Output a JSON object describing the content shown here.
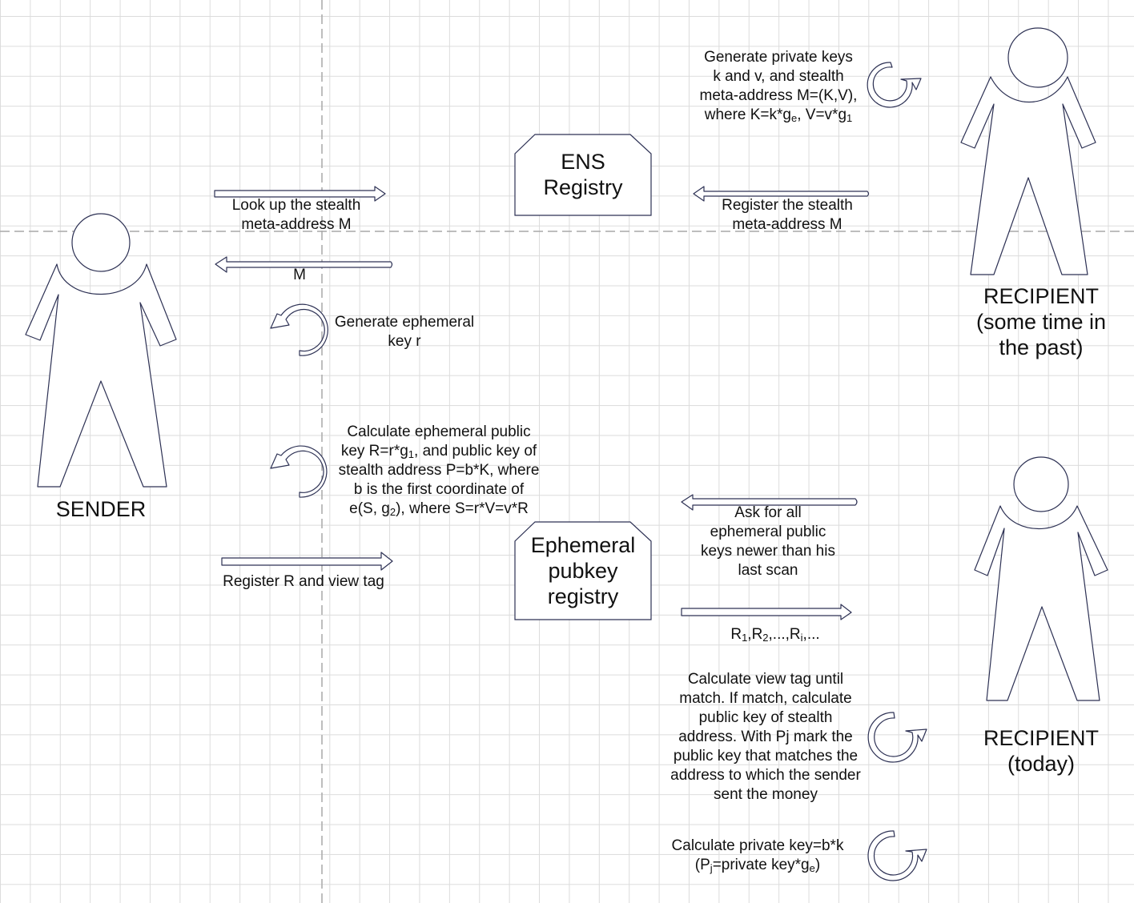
{
  "actors": {
    "sender": "SENDER",
    "recipient_past": [
      "RECIPIENT",
      "(some time in",
      "the past)"
    ],
    "recipient_today": [
      "RECIPIENT",
      "(today)"
    ]
  },
  "registries": {
    "ens": [
      "ENS",
      "Registry"
    ],
    "ephemeral": [
      "Ephemeral",
      "pubkey",
      "registry"
    ]
  },
  "steps": {
    "generate_keys": [
      [
        "Generate private keys"
      ],
      [
        "k and v, and stealth"
      ],
      [
        "meta-address M=(K,V),"
      ],
      [
        "where K=k*g",
        {
          "sub": "e"
        },
        ", V=v*g",
        {
          "sub": "1"
        }
      ]
    ],
    "register_meta": [
      [
        "Register the stealth"
      ],
      [
        "meta-address M"
      ]
    ],
    "lookup_meta": [
      [
        "Look up the stealth"
      ],
      [
        "meta-address M"
      ]
    ],
    "return_m": [
      [
        "M"
      ]
    ],
    "gen_ephemeral": [
      [
        "Generate ephemeral"
      ],
      [
        "key r"
      ]
    ],
    "calc_ephemeral": [
      [
        "Calculate ephemeral public"
      ],
      [
        "key R=r*g",
        {
          "sub": "1"
        },
        ", and public key of"
      ],
      [
        "stealth address P=b*K, where"
      ],
      [
        "b is the first coordinate of"
      ],
      [
        "e(S, g",
        {
          "sub": "2"
        },
        "), where S=r*V=v*R"
      ]
    ],
    "register_r": [
      [
        "Register R and view tag"
      ]
    ],
    "ask_keys": [
      [
        "Ask for all"
      ],
      [
        "ephemeral public"
      ],
      [
        "keys newer than his"
      ],
      [
        "last scan"
      ]
    ],
    "r_list": [
      [
        "R",
        {
          "sub": "1"
        },
        ",R",
        {
          "sub": "2"
        },
        ",...,R",
        {
          "sub": "i"
        },
        ",..."
      ]
    ],
    "calc_view_tag": [
      [
        "Calculate view tag until"
      ],
      [
        "match. If match, calculate"
      ],
      [
        "public key of stealth"
      ],
      [
        "address. With Pj mark the"
      ],
      [
        "public key that matches the"
      ],
      [
        "address to which the sender"
      ],
      [
        "sent the money"
      ]
    ],
    "calc_private": [
      [
        "Calculate private key=b*k"
      ],
      [
        "(P",
        {
          "sub": "j"
        },
        "=private key*g",
        {
          "sub": "e"
        },
        ")"
      ]
    ]
  },
  "colors": {
    "stroke": "#2d3154",
    "grid": "#dcdcdc",
    "axis": "#a9a9a9"
  }
}
